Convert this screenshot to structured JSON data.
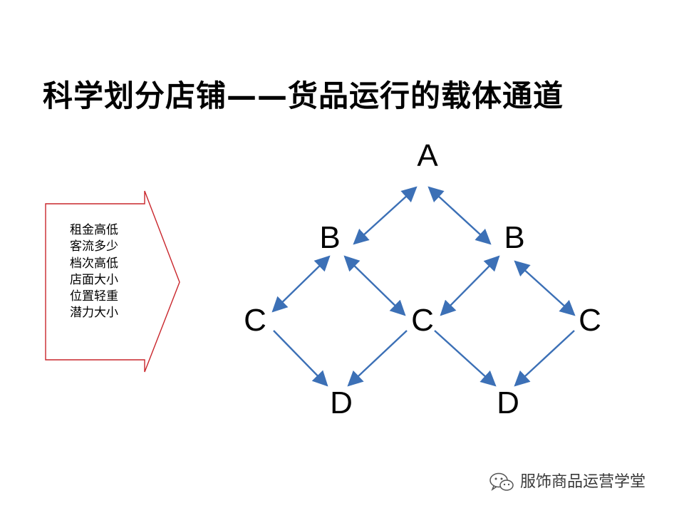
{
  "title": "科学划分店铺——货品运行的载体通道",
  "criteria": [
    "租金高低",
    "客流多少",
    "档次高低",
    "店面大小",
    "位置轻重",
    "潜力大小"
  ],
  "diagram": {
    "nodes": [
      {
        "id": "A",
        "label": "A"
      },
      {
        "id": "B1",
        "label": "B"
      },
      {
        "id": "B2",
        "label": "B"
      },
      {
        "id": "C1",
        "label": "C"
      },
      {
        "id": "C2",
        "label": "C"
      },
      {
        "id": "C3",
        "label": "C"
      },
      {
        "id": "D1",
        "label": "D"
      },
      {
        "id": "D2",
        "label": "D"
      }
    ],
    "edges": [
      {
        "from": "A",
        "to": "B1",
        "type": "double-arrow"
      },
      {
        "from": "A",
        "to": "B2",
        "type": "double-arrow"
      },
      {
        "from": "B1",
        "to": "C1",
        "type": "double-arrow"
      },
      {
        "from": "B1",
        "to": "C2",
        "type": "double-arrow"
      },
      {
        "from": "B2",
        "to": "C2",
        "type": "double-arrow"
      },
      {
        "from": "B2",
        "to": "C3",
        "type": "double-arrow"
      },
      {
        "from": "C1",
        "to": "D1",
        "type": "single-arrow"
      },
      {
        "from": "C2",
        "to": "D1",
        "type": "single-arrow"
      },
      {
        "from": "C2",
        "to": "D2",
        "type": "single-arrow"
      },
      {
        "from": "C3",
        "to": "D2",
        "type": "single-arrow"
      }
    ]
  },
  "watermark": {
    "icon": "wechat-icon",
    "text": "服饰商品运营学堂"
  },
  "colors": {
    "arrow": "#3c70b6",
    "outline": "#c9262c",
    "text": "#000000"
  }
}
